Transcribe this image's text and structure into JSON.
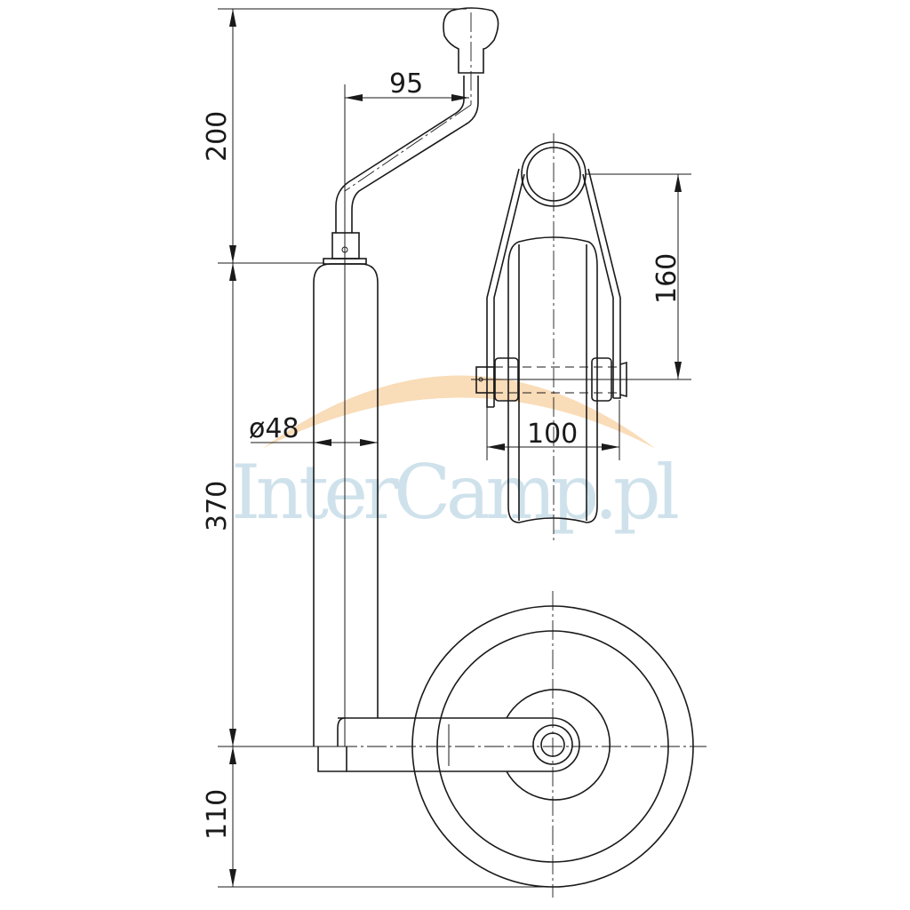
{
  "drawing": {
    "watermark": "InterCamp.pl",
    "dimensions": {
      "crank_height": "200",
      "crank_offset": "95",
      "tube_length": "370",
      "wheel_bottom": "110",
      "tube_diameter": "ø48",
      "fork_height": "160",
      "wheel_width": "100"
    }
  },
  "colors": {
    "line": "#1a1a1a",
    "watermark_text": "#cfe2ec",
    "watermark_arc": "#f9dcb8"
  }
}
